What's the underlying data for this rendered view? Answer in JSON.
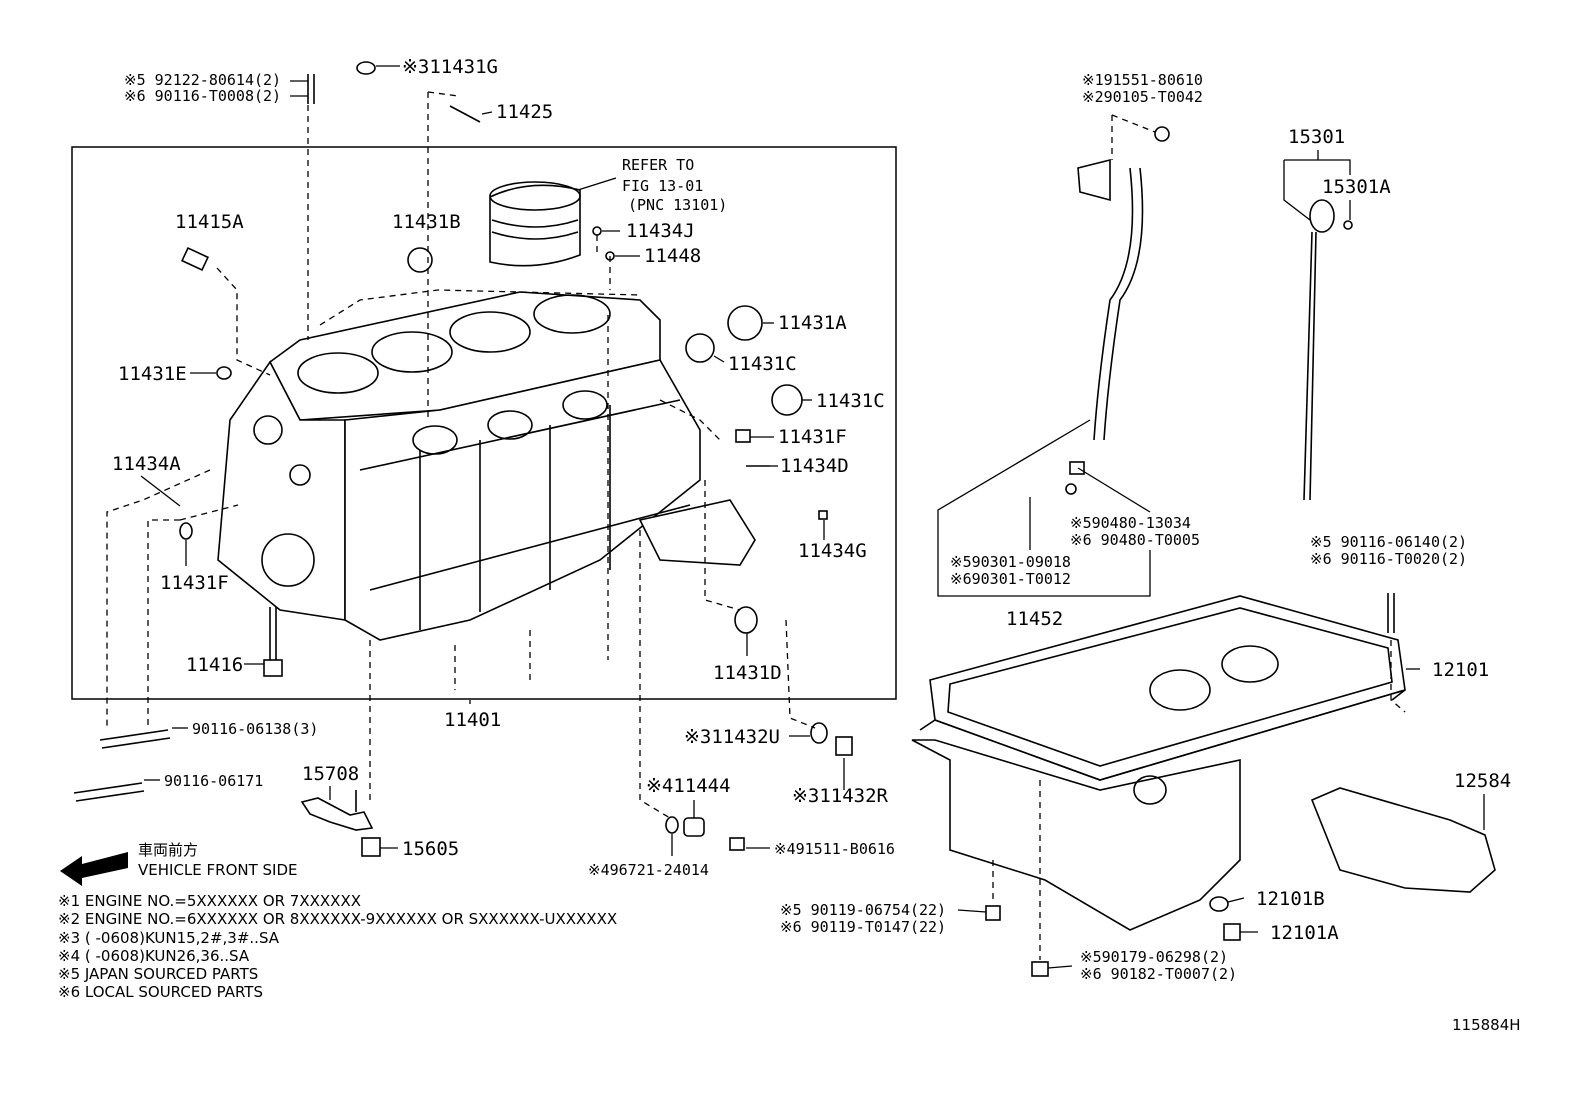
{
  "labels": {
    "p92122": "※5 92122-80614(2)",
    "p90116_t0008": "※6 90116-T0008(2)",
    "p11431G": "※311431G",
    "p11425": "11425",
    "refer_to": "REFER TO",
    "fig": "FIG 13-01",
    "pnc": "(PNC 13101)",
    "p11415A": "11415A",
    "p11431B": "11431B",
    "p11434J": "11434J",
    "p11448": "11448",
    "p11431A": "11431A",
    "p11431C_1": "11431C",
    "p11431C_2": "11431C",
    "p11431E": "11431E",
    "p11431F_r": "11431F",
    "p11434D": "11434D",
    "p11434A": "11434A",
    "p11434G": "11434G",
    "p11431F_l": "11431F",
    "p11416": "11416",
    "p11431D": "11431D",
    "p11401": "11401",
    "p90116_06138": "90116-06138(3)",
    "p90116_06171": "90116-06171",
    "p15708": "15708",
    "p15605": "15605",
    "p11432U": "※311432U",
    "p11432R": "※311432R",
    "p11444": "※411444",
    "p96721": "※496721-24014",
    "p91511_b0616": "※491511-B0616",
    "p91551": "※191551-80610",
    "p90105": "※290105-T0042",
    "p15301": "15301",
    "p15301A": "15301A",
    "p90480_13034": "※590480-13034",
    "p90480_t0005": "※6 90480-T0005",
    "p90301_09018": "※590301-09018",
    "p90301_t0012": "※690301-T0012",
    "p11452": "11452",
    "p90116_06140": "※5 90116-06140(2)",
    "p90116_t0020": "※6 90116-T0020(2)",
    "p12101": "12101",
    "p12584": "12584",
    "p12101B": "12101B",
    "p12101A": "12101A",
    "p90119_06754": "※5 90119-06754(22)",
    "p90119_t0147": "※6 90119-T0147(22)",
    "p90179": "※590179-06298(2)",
    "p90182": "※6 90182-T0007(2)",
    "vehicle_front_jp": "車両前方",
    "vehicle_front_en": "VEHICLE FRONT SIDE",
    "diagram_id": "115884H"
  },
  "notes": [
    "※1 ENGINE NO.=5XXXXXX OR 7XXXXXX",
    "※2 ENGINE NO.=6XXXXXX OR 8XXXXXX-9XXXXXX OR SXXXXXX-UXXXXXX",
    "※3 (      -0608)KUN15,2#,3#..SA",
    "※4 (      -0608)KUN26,36..SA",
    "※5 JAPAN SOURCED PARTS",
    "※6 LOCAL SOURCED PARTS"
  ]
}
